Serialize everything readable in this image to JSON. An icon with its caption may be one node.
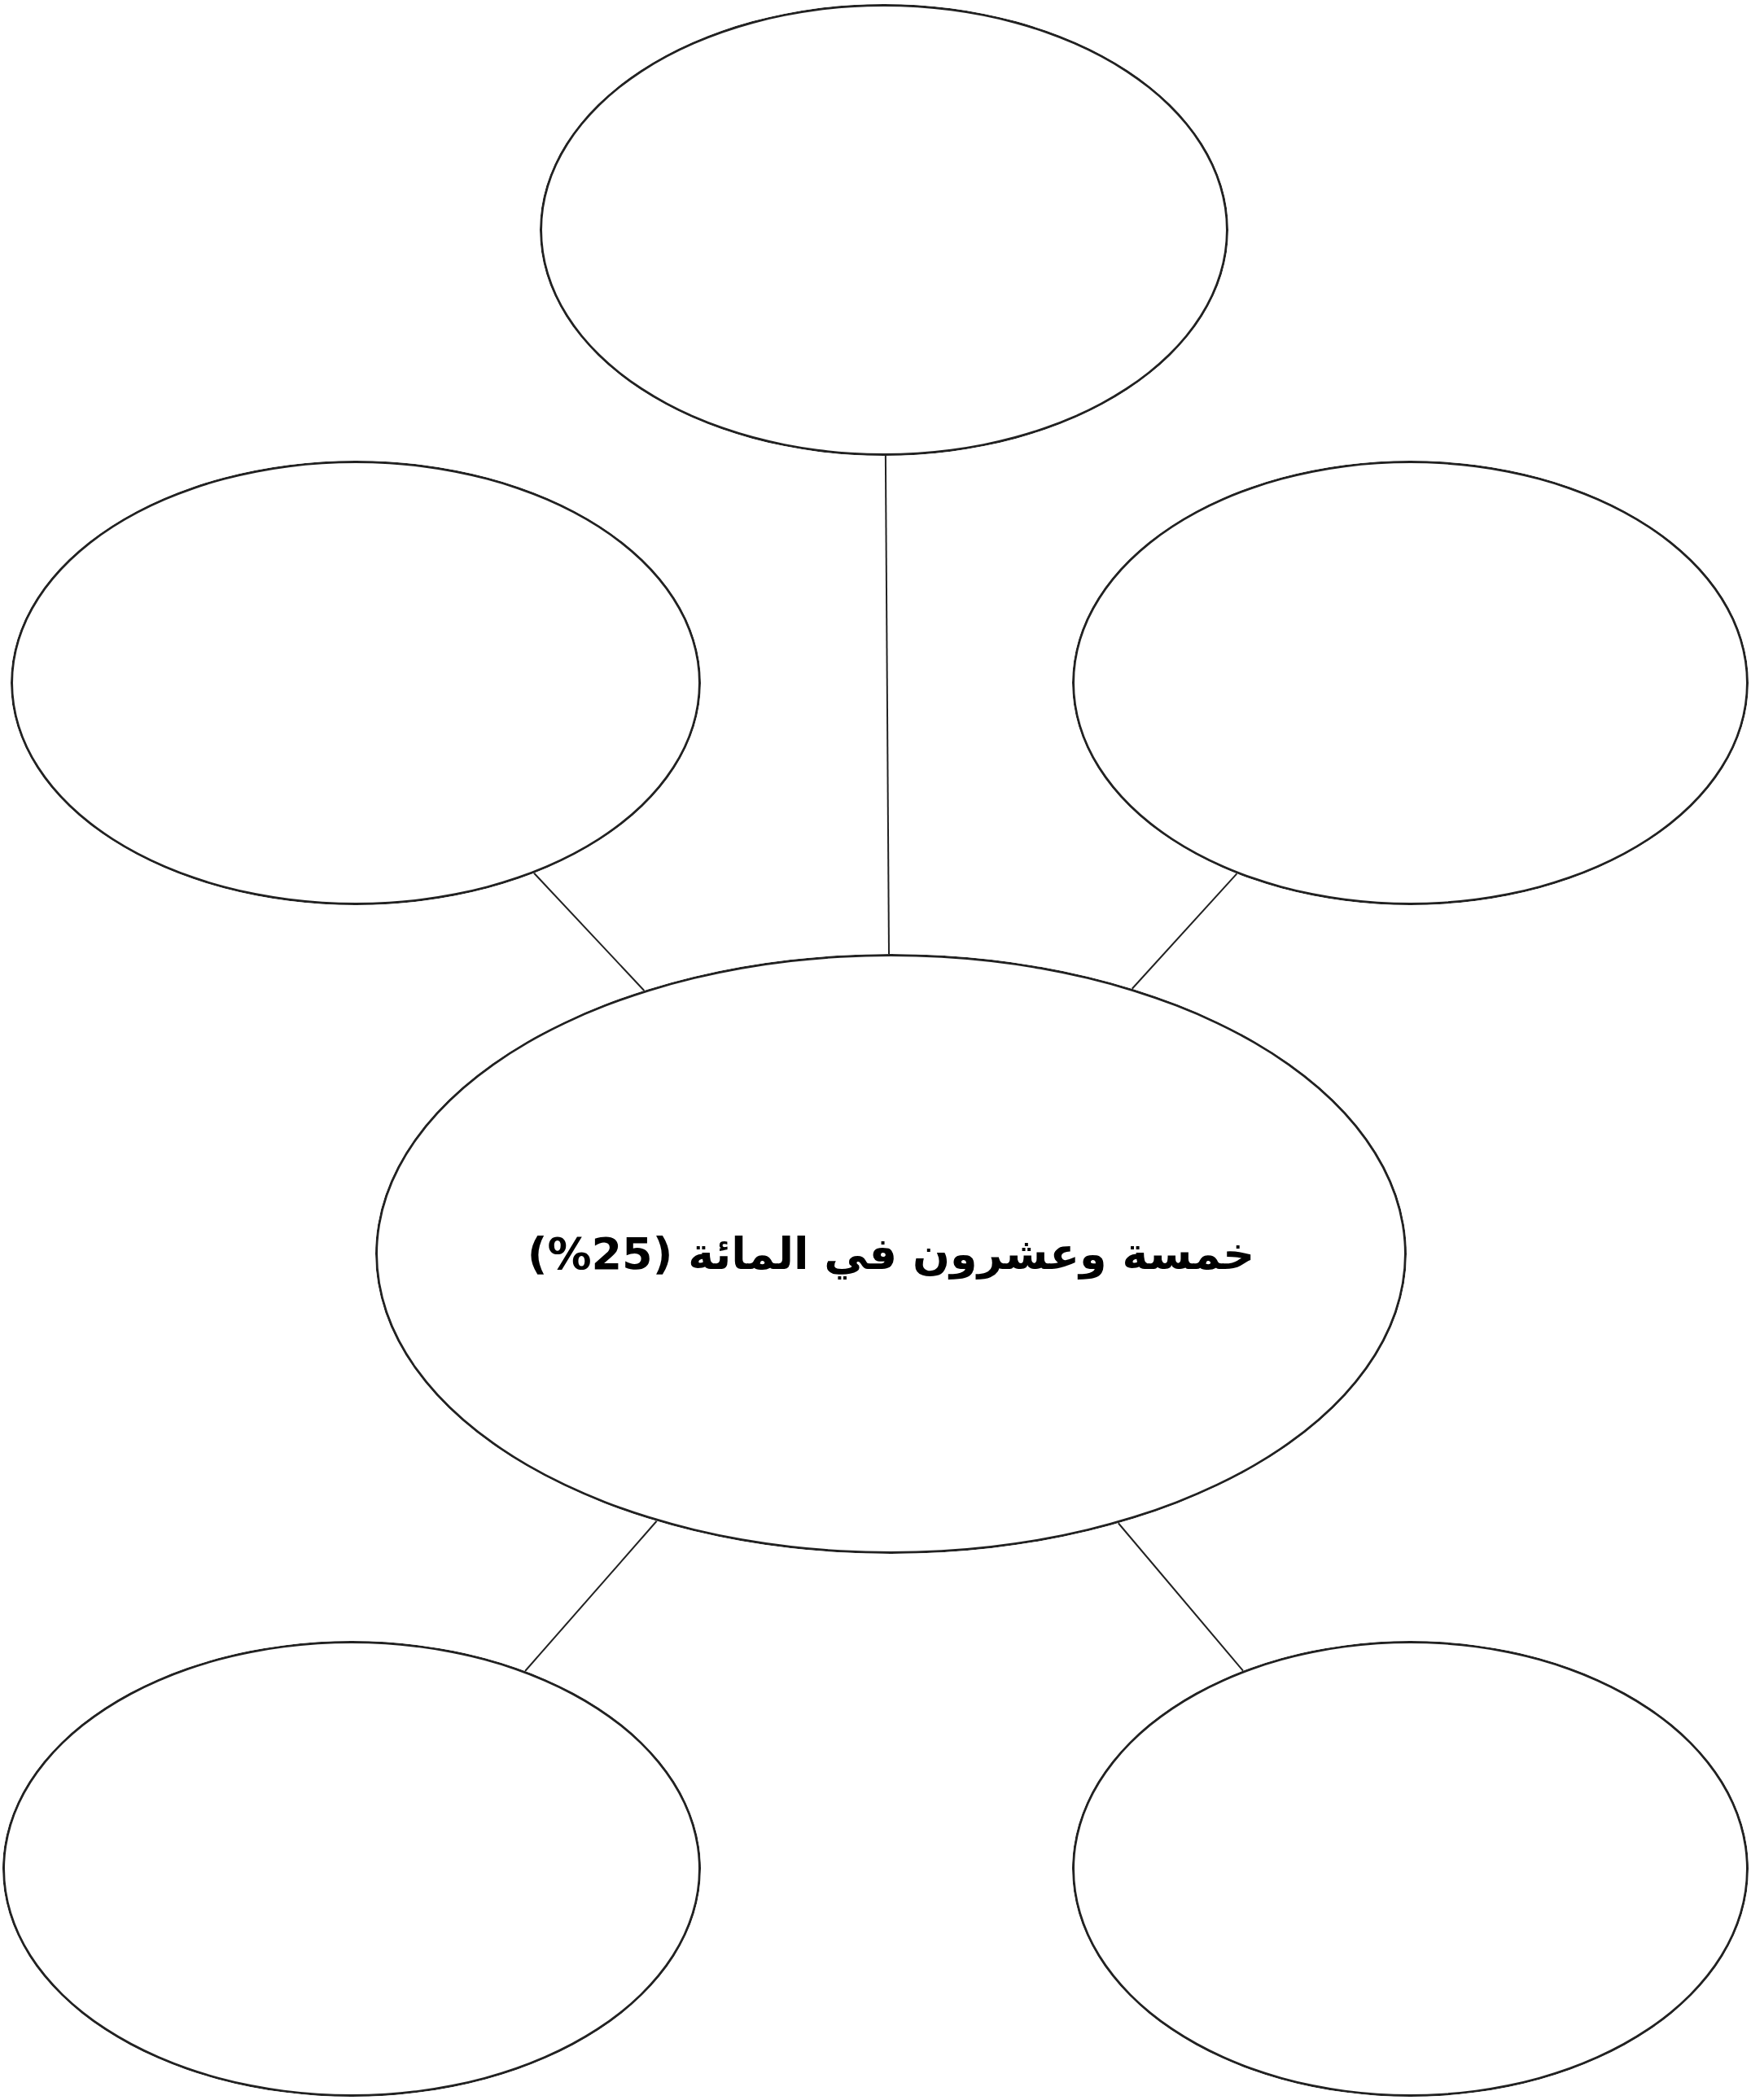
{
  "diagram": {
    "nodes": [
      {
        "text": [],
        "shape": "ellipse"
      },
      {
        "text": [],
        "shape": "ellipse"
      },
      {
        "text": [],
        "shape": "ellipse"
      },
      {
        "text": [
          "خمسة وعشرون في المائة (25%)"
        ]
      },
      {
        "text": [],
        "shape": "ellipse"
      },
      {
        "text": [],
        "shape": "ellipse"
      }
    ],
    "edges": [
      {
        "from": 3,
        "to": 0,
        "arrow": "none"
      },
      {
        "from": 3,
        "to": 1,
        "arrow": "none"
      },
      {
        "from": 3,
        "to": 2,
        "arrow": "none"
      },
      {
        "from": 3,
        "to": 4,
        "arrow": "none"
      },
      {
        "from": 3,
        "to": 5,
        "arrow": "none"
      }
    ]
  }
}
